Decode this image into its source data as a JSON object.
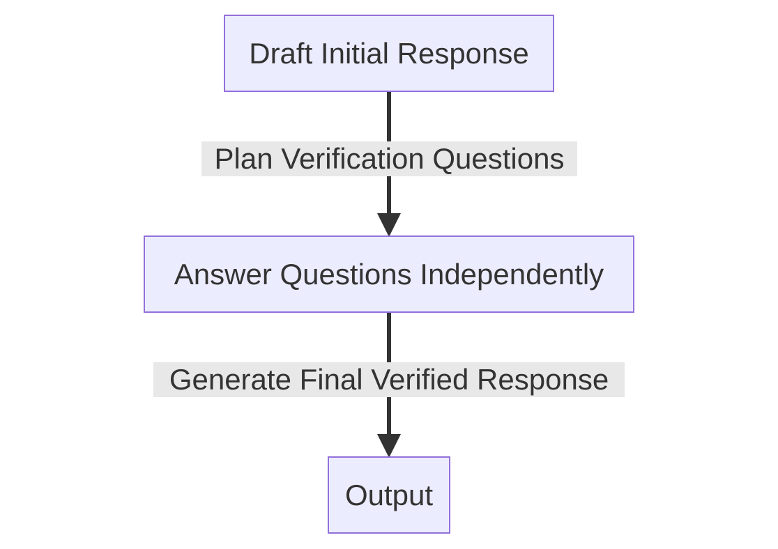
{
  "diagram": {
    "type": "flowchart",
    "direction": "top-to-bottom",
    "colors": {
      "node_fill": "#ECECFF",
      "node_border": "#9370DB",
      "text": "#333333",
      "edge": "#333333",
      "edge_label_bg": "#E8E8E8"
    },
    "nodes": [
      {
        "id": "draft",
        "label": "Draft Initial Response"
      },
      {
        "id": "answer",
        "label": "Answer Questions Independently"
      },
      {
        "id": "output",
        "label": "Output"
      }
    ],
    "edges": [
      {
        "from": "draft",
        "to": "answer",
        "label": "Plan Verification Questions"
      },
      {
        "from": "answer",
        "to": "output",
        "label": "Generate Final Verified Response"
      }
    ]
  }
}
